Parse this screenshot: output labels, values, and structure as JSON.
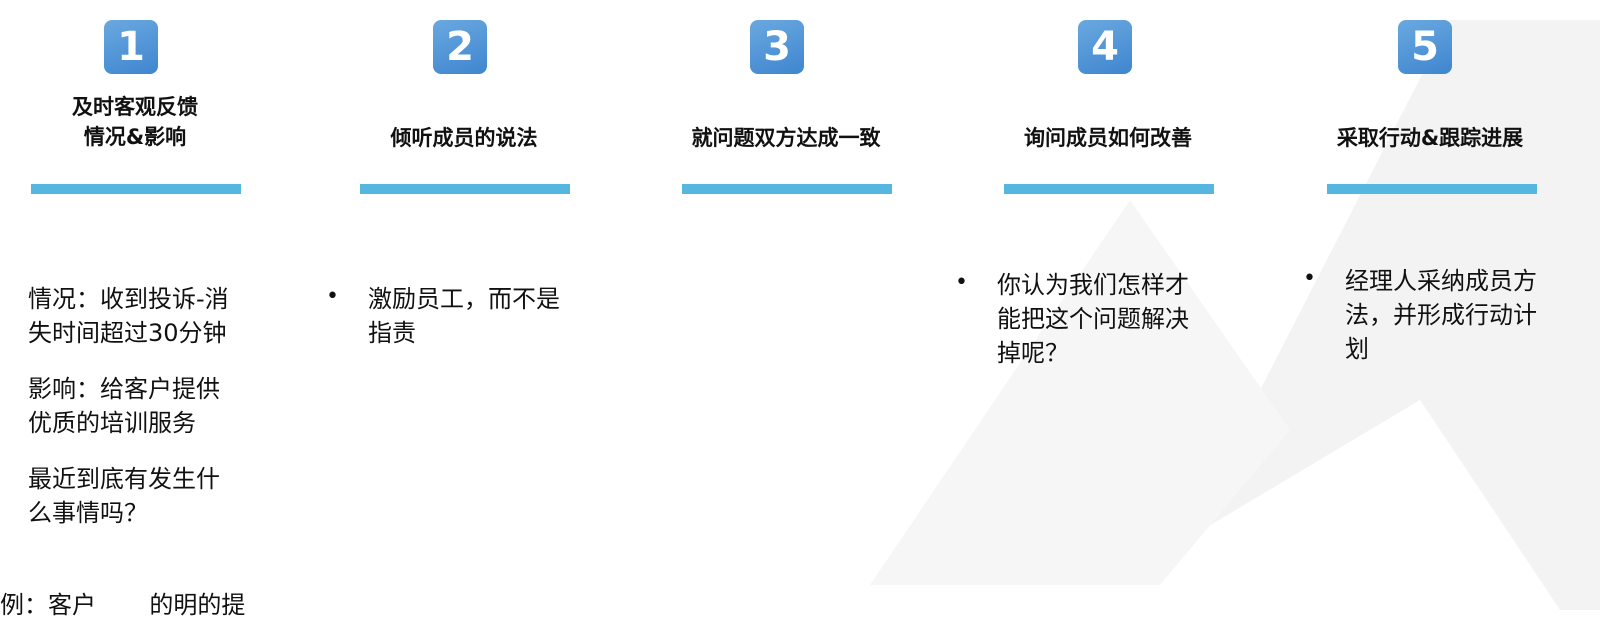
{
  "steps": [
    {
      "number": "1",
      "title_line1": "及时客观反馈",
      "title_line2": "情况&影响"
    },
    {
      "number": "2",
      "title": "倾听成员的说法"
    },
    {
      "number": "3",
      "title": "就问题双方达成一致"
    },
    {
      "number": "4",
      "title": "询问成员如何改善"
    },
    {
      "number": "5",
      "title": "采取行动&跟踪进展"
    }
  ],
  "col1": {
    "p1_l1": "情况：收到投诉-消",
    "p1_l2": "失时间超过30分钟",
    "p2_l1": "影响：给客户提供",
    "p2_l2": "优质的培训服务",
    "p3_l1": "最近到底有发生什",
    "p3_l2": "么事情吗？"
  },
  "col2": {
    "bullet": "•",
    "l1": "激励员工，而不是",
    "l2": "指责"
  },
  "col4": {
    "bullet": "•",
    "l1": "你认为我们怎样才",
    "l2": "能把这个问题解决",
    "l3": "掉呢？"
  },
  "col5": {
    "bullet": "•",
    "l1": "经理人采纳成员方",
    "l2": "法，并形成行动计",
    "l3": "划"
  },
  "footer_clipped": "例：客户       的明的提",
  "colors": {
    "badge": "#4a90d6",
    "bar": "#55b6df",
    "bg_shape": "#f3f3f4"
  }
}
